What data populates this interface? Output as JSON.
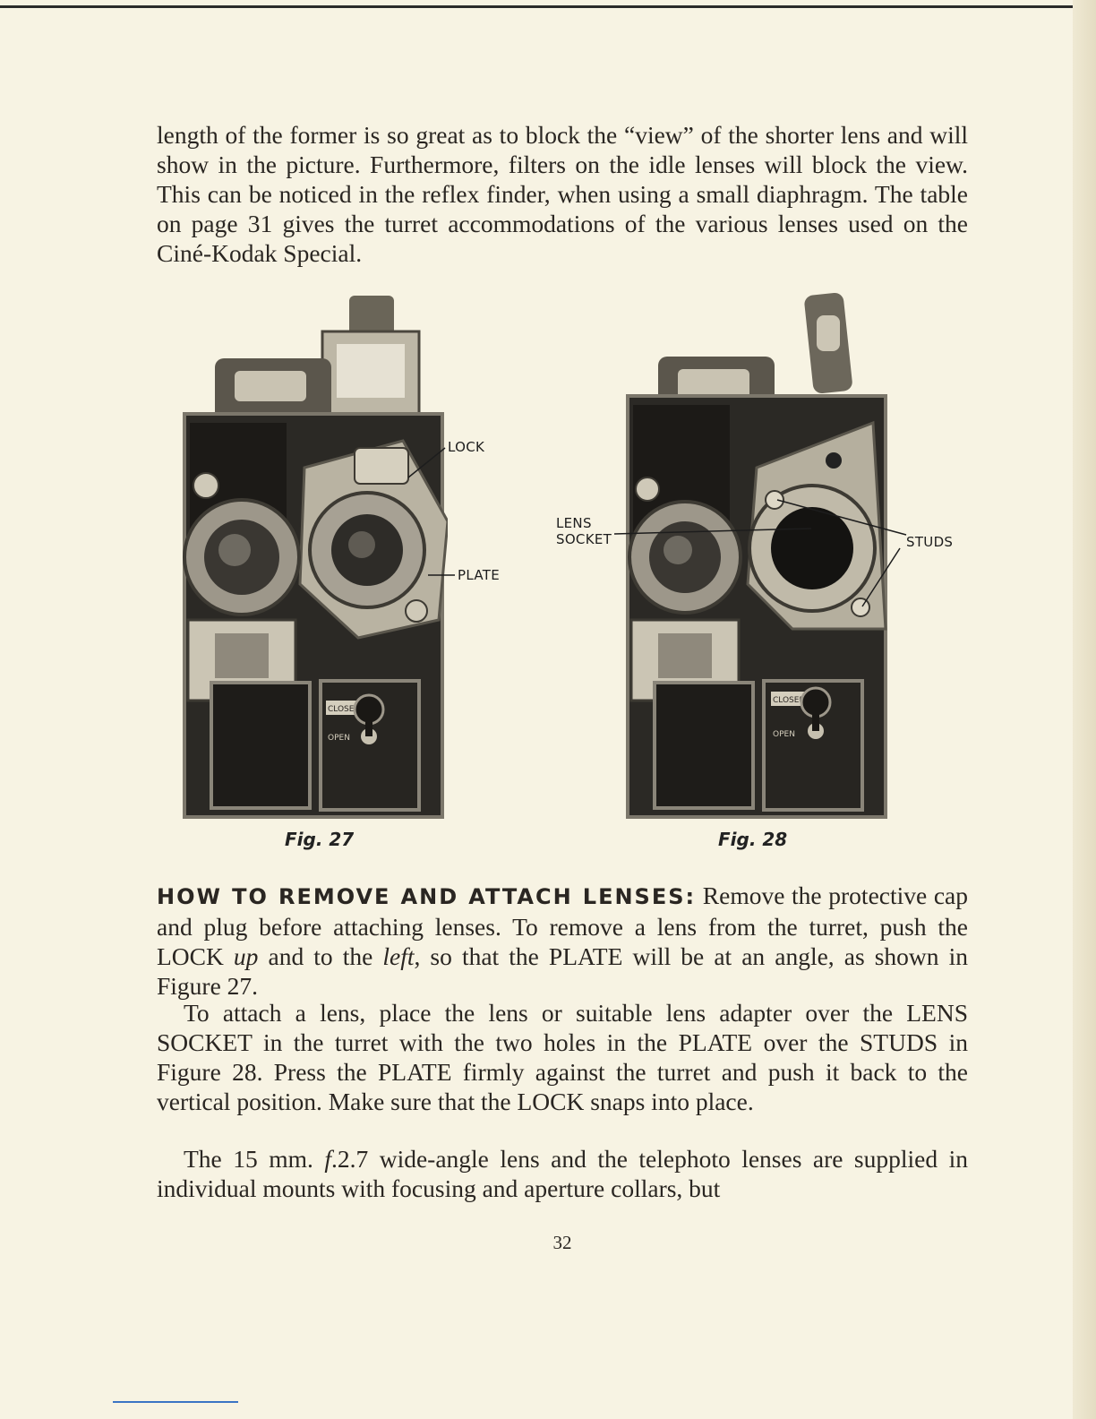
{
  "page": {
    "number": "32",
    "intro_paragraph": "length of the former is so great as to block the “view” of the shorter lens and will show in the picture. Furthermore, filters on the idle lenses will block the view. This can be noticed in the reflex finder, when using a small diaphragm. The table on page 31 gives the turret accommodations of the various lenses used on the Ciné-Kodak Special.",
    "section": {
      "heading": "HOW TO REMOVE AND ATTACH LENSES:",
      "p1_a": "Remove the protective cap and plug before attaching lenses. To remove a lens from the turret, push the LOCK ",
      "p1_up": "up",
      "p1_b": " and to the ",
      "p1_left": "left",
      "p1_c": ", so that the PLATE will be at an angle, as shown in Figure 27.",
      "p2": "To attach a lens, place the lens or suitable lens adapter over the LENS SOCKET in the turret with the two holes in the PLATE over the STUDS in Figure 28. Press the PLATE firmly against the turret and push it back to the vertical position. Make sure that the LOCK snaps into place.",
      "p3_a": "The 15 mm. ",
      "p3_f": "f",
      "p3_b": ".2.7 wide-angle lens and the telephoto lenses are supplied in individual mounts with focusing and aperture collars, but"
    }
  },
  "figures": {
    "fig27": {
      "caption": "Fig. 27",
      "callout_lock": "LOCK",
      "callout_plate": "PLATE",
      "label_closed": "CLOSED",
      "label_open": "OPEN"
    },
    "fig28": {
      "caption": "Fig. 28",
      "callout_lens_1": "LENS",
      "callout_lens_2": "SOCKET",
      "callout_studs": "STUDS",
      "label_closed": "CLOSED",
      "label_open": "OPEN"
    }
  }
}
